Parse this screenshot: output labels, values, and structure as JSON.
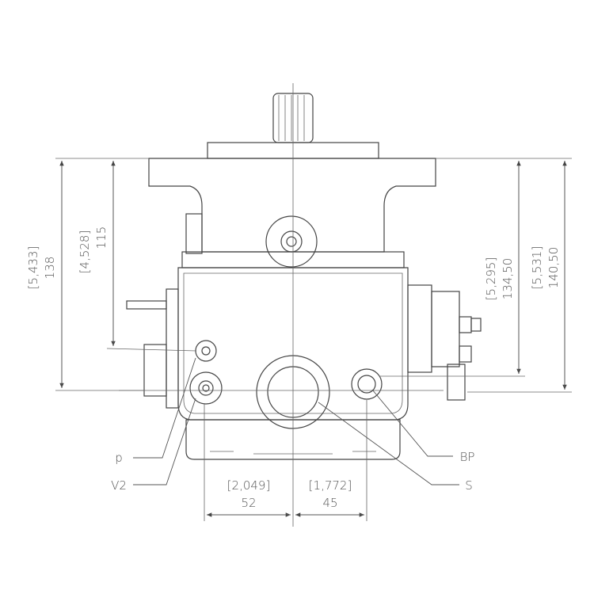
{
  "dimensions": {
    "left_outer": {
      "inch": "[5,433]",
      "mm": "138"
    },
    "left_inner": {
      "inch": "[4,528]",
      "mm": "115"
    },
    "right_inner": {
      "inch": "[5,295]",
      "mm": "134,50"
    },
    "right_outer": {
      "inch": "[5,531]",
      "mm": "140,50"
    },
    "bottom_left": {
      "inch": "[2,049]",
      "mm": "52"
    },
    "bottom_right": {
      "inch": "[1,772]",
      "mm": "45"
    }
  },
  "ports": {
    "p": "p",
    "v2": "V2",
    "bp": "BP",
    "s": "S"
  }
}
